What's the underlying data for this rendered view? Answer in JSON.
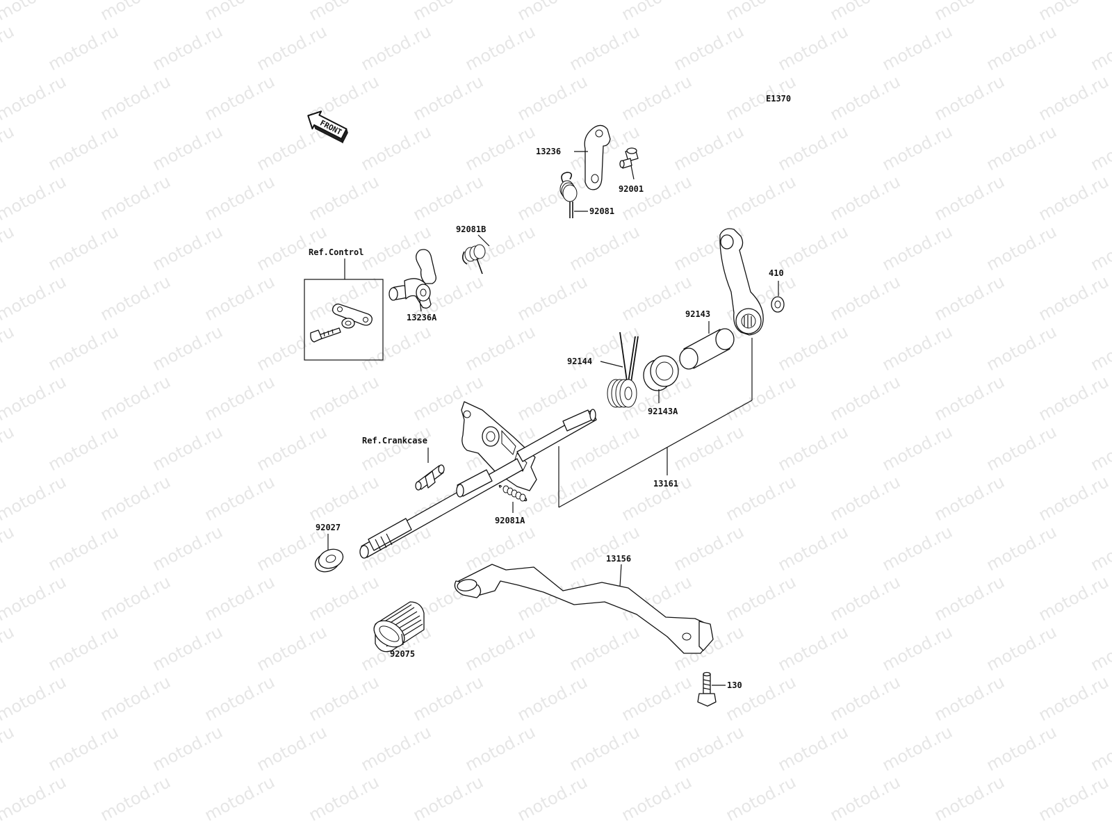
{
  "diagram_code": "E1370",
  "front_indicator": {
    "label": "FRONT",
    "icon": "front-arrow-icon"
  },
  "watermark": "motod.ru",
  "references": [
    {
      "id": "ref-control",
      "label": "Ref.Control"
    },
    {
      "id": "ref-crankcase",
      "label": "Ref.Crankcase"
    }
  ],
  "parts": [
    {
      "id": "p13236",
      "number": "13236"
    },
    {
      "id": "p92001",
      "number": "92001"
    },
    {
      "id": "p92081",
      "number": "92081"
    },
    {
      "id": "p92081b",
      "number": "92081B"
    },
    {
      "id": "p13236a",
      "number": "13236A"
    },
    {
      "id": "p410",
      "number": "410"
    },
    {
      "id": "p92143",
      "number": "92143"
    },
    {
      "id": "p92144",
      "number": "92144"
    },
    {
      "id": "p92143a",
      "number": "92143A"
    },
    {
      "id": "p13161",
      "number": "13161"
    },
    {
      "id": "p92081a",
      "number": "92081A"
    },
    {
      "id": "p92027",
      "number": "92027"
    },
    {
      "id": "p13156",
      "number": "13156"
    },
    {
      "id": "p92075",
      "number": "92075"
    },
    {
      "id": "p130",
      "number": "130"
    }
  ]
}
